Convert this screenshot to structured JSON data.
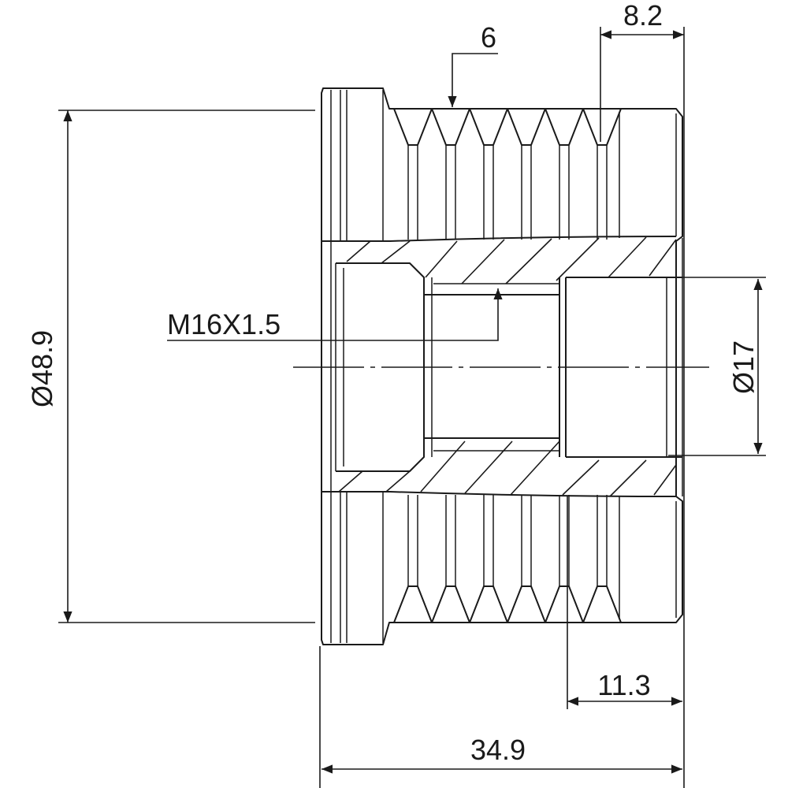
{
  "drawing": {
    "dimensions": {
      "groove_pitch": "6",
      "face_width": "8.2",
      "outer_diameter": "Ø48.9",
      "thread": "M16X1.5",
      "bore_diameter": "Ø17",
      "bore_depth": "11.3",
      "overall_length": "34.9"
    }
  }
}
